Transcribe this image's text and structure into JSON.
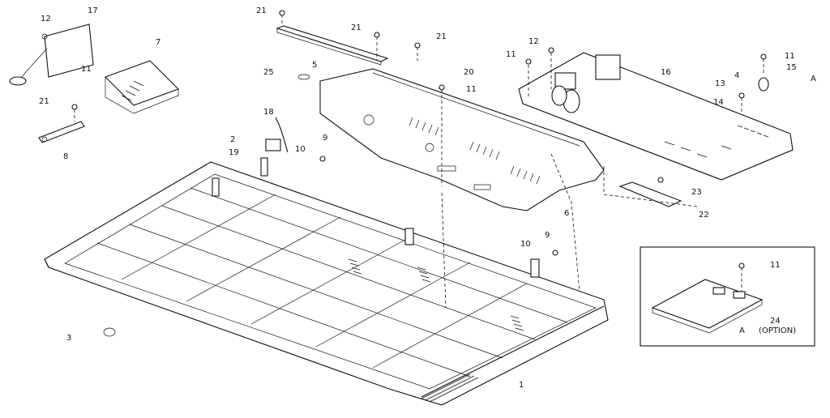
{
  "callouts": {
    "c1": "1",
    "c2": "2",
    "c3": "3",
    "c4": "4",
    "c5": "5",
    "c6": "6",
    "c7": "7",
    "c8": "8",
    "c9a": "9",
    "c9b": "9",
    "c10a": "10",
    "c10b": "10",
    "c11a": "11",
    "c11b": "11",
    "c11c": "11",
    "c11d": "11",
    "c11e": "11",
    "c12a": "12",
    "c12b": "12",
    "c13": "13",
    "c14": "14",
    "c15": "15",
    "c16": "16",
    "c17": "17",
    "c18": "18",
    "c19": "19",
    "c20": "20",
    "c21a": "21",
    "c21b": "21",
    "c21c": "21",
    "c21d": "21",
    "c22": "22",
    "c23": "23",
    "c24": "24",
    "c25": "25",
    "refA1": "A",
    "refA2": "A"
  },
  "option_label": "(OPTION)"
}
